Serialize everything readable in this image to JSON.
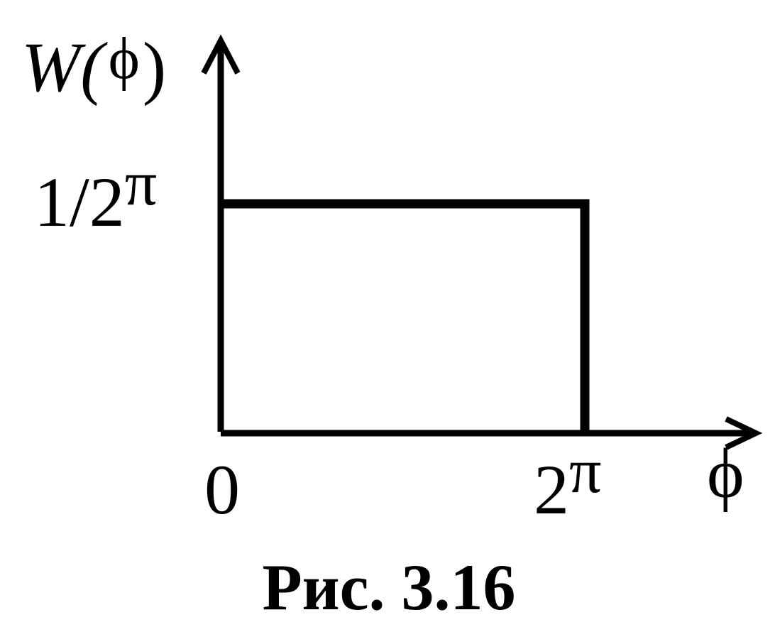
{
  "chart_data": {
    "type": "line",
    "ylabel": {
      "main": "W(",
      "sym": "ϕ",
      "close": ")"
    },
    "xlabel": "ϕ",
    "y_tick": {
      "main": "1/2",
      "sym": "π"
    },
    "x_ticks": [
      {
        "main": "0",
        "sym": ""
      },
      {
        "main": "2",
        "sym": "π"
      }
    ],
    "xlim": [
      0,
      6.2832
    ],
    "ylim": [
      0,
      0.1592
    ],
    "series": [
      {
        "x": [
          0,
          6.2832,
          6.2832
        ],
        "y": [
          0.1592,
          0.1592,
          0
        ]
      }
    ],
    "grid": false,
    "legend": "none"
  },
  "caption": "Рис. 3.16",
  "colors": {
    "line": "#000000",
    "background": "#ffffff"
  }
}
